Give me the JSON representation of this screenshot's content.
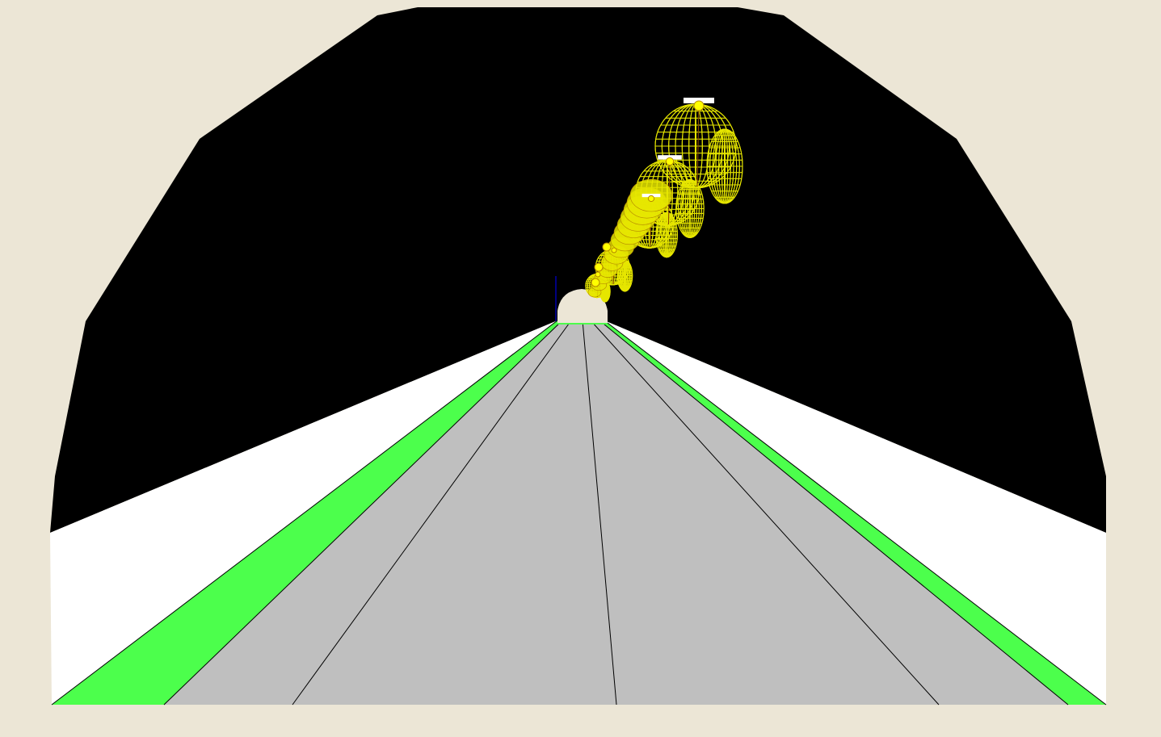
{
  "scene": {
    "view": "tunnel-interior-perspective",
    "lanes": 4,
    "luminaire_count": 5,
    "photometric_display": "wireframe-3d-distribution"
  },
  "colors": {
    "background": "#ece6d6",
    "tunnel_vault": "#000000",
    "side_walls": "#ffffff",
    "walkway": "#4cff4c",
    "road": "#bfbfbf",
    "lane_lines": "#000000",
    "portal_opening": "#ece6d6",
    "photometric_solid": "#e6e600",
    "luminaire_body": "#ffff00",
    "luminaire_outline": "#b38600",
    "fixture_bracket": "#ffffff",
    "axis_marker": "#0000ff"
  }
}
